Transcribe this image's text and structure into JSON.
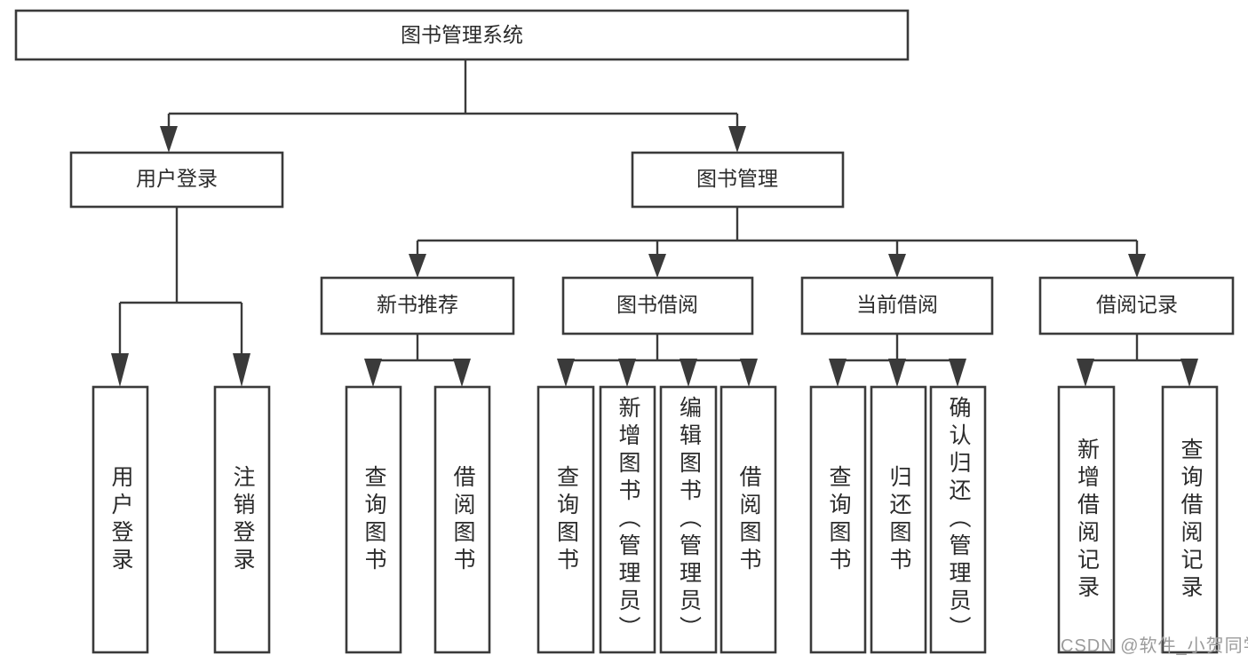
{
  "diagram": {
    "title": "图书管理系统",
    "type": "tree-hierarchy-diagram",
    "theme": {
      "background": "#ffffff",
      "box_fill": "#ffffff",
      "box_stroke": "#3a3a3a",
      "connector_color": "#3a3a3a",
      "text_color": "#2b2b2b",
      "watermark_color": "#9b9b9b"
    },
    "root": {
      "id": "root",
      "label": "图书管理系统"
    },
    "level2": [
      {
        "id": "user-login",
        "label": "用户登录"
      },
      {
        "id": "book-management",
        "label": "图书管理"
      }
    ],
    "level3": [
      {
        "id": "new-book-recommend",
        "label": "新书推荐",
        "parent": "book-management"
      },
      {
        "id": "book-borrow",
        "label": "图书借阅",
        "parent": "book-management"
      },
      {
        "id": "current-borrow",
        "label": "当前借阅",
        "parent": "book-management"
      },
      {
        "id": "borrow-record",
        "label": "借阅记录",
        "parent": "book-management"
      }
    ],
    "leaves": {
      "user-login": [
        {
          "id": "leaf-user-login",
          "label": "用户登录"
        },
        {
          "id": "leaf-logout-login",
          "label": "注销登录"
        }
      ],
      "new-book-recommend": [
        {
          "id": "leaf-query-book-1",
          "label": "查询图书"
        },
        {
          "id": "leaf-borrow-book-1",
          "label": "借阅图书"
        }
      ],
      "book-borrow": [
        {
          "id": "leaf-query-book-2",
          "label": "查询图书"
        },
        {
          "id": "leaf-add-book",
          "label": "新增图书（管理员）"
        },
        {
          "id": "leaf-edit-book",
          "label": "编辑图书（管理员）"
        },
        {
          "id": "leaf-borrow-book-2",
          "label": "借阅图书"
        }
      ],
      "current-borrow": [
        {
          "id": "leaf-query-book-3",
          "label": "查询图书"
        },
        {
          "id": "leaf-return-book",
          "label": "归还图书"
        },
        {
          "id": "leaf-confirm-return",
          "label": "确认归还（管理员）"
        }
      ],
      "borrow-record": [
        {
          "id": "leaf-add-record",
          "label": "新增借阅记录"
        },
        {
          "id": "leaf-query-record",
          "label": "查询借阅记录"
        }
      ]
    },
    "watermark": "CSDN @软件_小贺同学"
  }
}
